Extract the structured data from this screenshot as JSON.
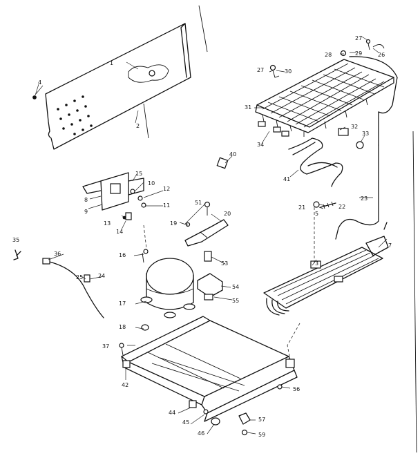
{
  "labels": [
    {
      "key": "l1",
      "text": "1"
    },
    {
      "key": "l2",
      "text": "2"
    },
    {
      "key": "l3",
      "text": "3"
    },
    {
      "key": "l4",
      "text": "4"
    },
    {
      "key": "l5",
      "text": "5"
    },
    {
      "key": "l7",
      "text": "7"
    },
    {
      "key": "l8",
      "text": "8"
    },
    {
      "key": "l9",
      "text": "9"
    },
    {
      "key": "l10",
      "text": "10"
    },
    {
      "key": "l11",
      "text": "11"
    },
    {
      "key": "l12",
      "text": "12"
    },
    {
      "key": "l13",
      "text": "13"
    },
    {
      "key": "l14",
      "text": "14"
    },
    {
      "key": "l15",
      "text": "15"
    },
    {
      "key": "l16",
      "text": "16"
    },
    {
      "key": "l17",
      "text": "17"
    },
    {
      "key": "l18",
      "text": "18"
    },
    {
      "key": "l19",
      "text": "19"
    },
    {
      "key": "l20",
      "text": "20"
    },
    {
      "key": "l21",
      "text": "21"
    },
    {
      "key": "l22",
      "text": "22"
    },
    {
      "key": "l23",
      "text": "23"
    },
    {
      "key": "l24",
      "text": "24"
    },
    {
      "key": "l25",
      "text": "25"
    },
    {
      "key": "l26",
      "text": "26"
    },
    {
      "key": "l27a",
      "text": "27"
    },
    {
      "key": "l27b",
      "text": "27"
    },
    {
      "key": "l28",
      "text": "28"
    },
    {
      "key": "l29",
      "text": "29"
    },
    {
      "key": "l30",
      "text": "30"
    },
    {
      "key": "l31",
      "text": "31"
    },
    {
      "key": "l32",
      "text": "32"
    },
    {
      "key": "l33",
      "text": "33"
    },
    {
      "key": "l34",
      "text": "34"
    },
    {
      "key": "l35",
      "text": "35"
    },
    {
      "key": "l36",
      "text": "36"
    },
    {
      "key": "l37",
      "text": "37"
    },
    {
      "key": "l40",
      "text": "40"
    },
    {
      "key": "l41",
      "text": "41"
    },
    {
      "key": "l42",
      "text": "42"
    },
    {
      "key": "l44",
      "text": "44"
    },
    {
      "key": "l45",
      "text": "45"
    },
    {
      "key": "l46",
      "text": "46"
    },
    {
      "key": "l51",
      "text": "51"
    },
    {
      "key": "l53",
      "text": "53"
    },
    {
      "key": "l54",
      "text": "54"
    },
    {
      "key": "l55",
      "text": "55"
    },
    {
      "key": "l56",
      "text": "56"
    },
    {
      "key": "l57",
      "text": "57"
    },
    {
      "key": "l59",
      "text": "59"
    }
  ]
}
